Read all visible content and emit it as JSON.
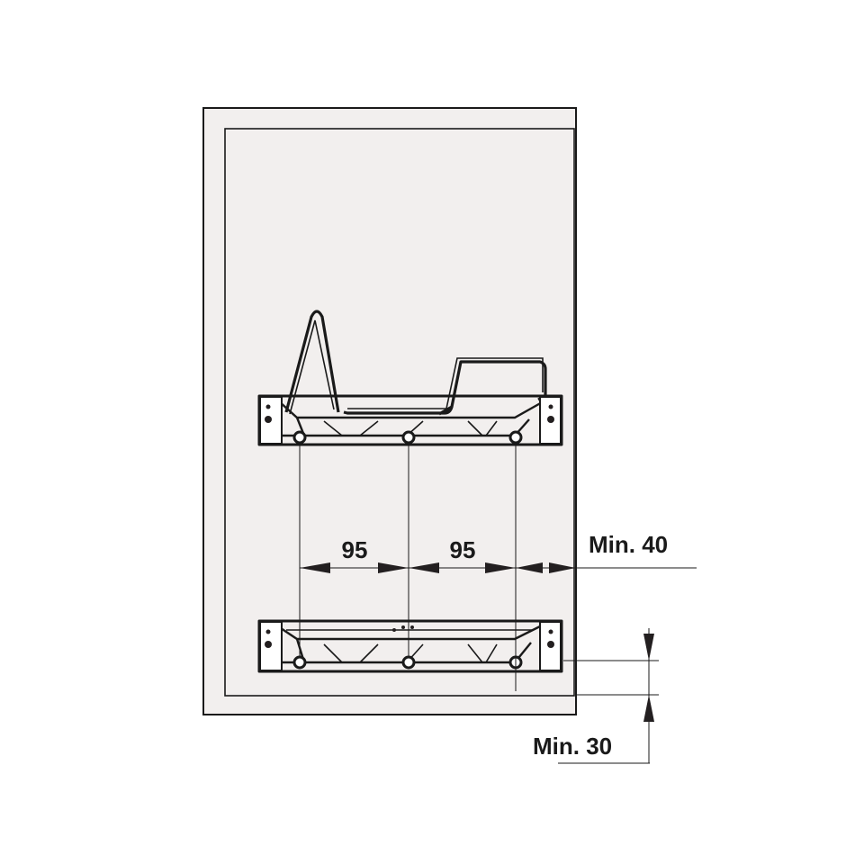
{
  "dimensions": {
    "spacing_left": "95",
    "spacing_right": "95",
    "min_side": "Min. 40",
    "min_bottom": "Min. 30"
  },
  "colors": {
    "line": "#1a1a1a",
    "cabinet_fill": "#f2efee",
    "background": "#ffffff"
  }
}
